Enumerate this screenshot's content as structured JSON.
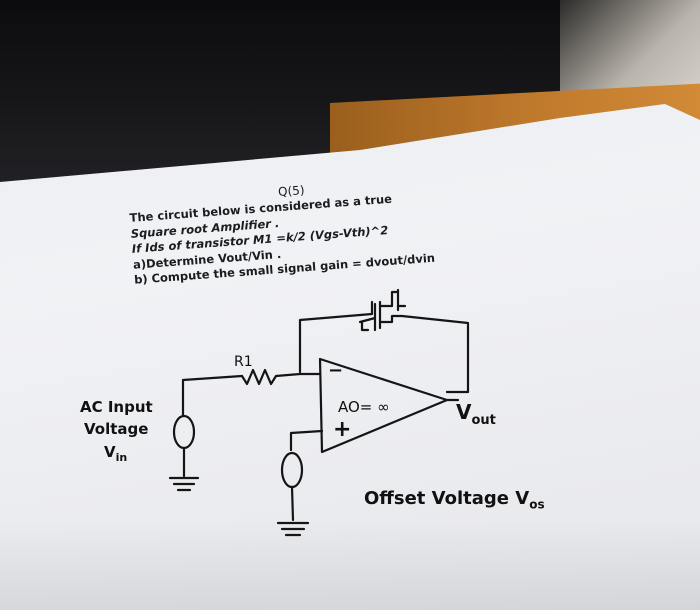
{
  "question": {
    "number": "Q(5)",
    "lines": [
      "The circuit below is considered as a true",
      "Square root Amplifier .",
      "If Ids of transistor M1 =k/2 (Vgs-Vth)^2",
      "a)Determine Vout/Vin .",
      "b) Compute the small signal gain = dvout/dvin"
    ]
  },
  "circuit": {
    "resistor_label": "R1",
    "input_label_line1": "AC Input",
    "input_label_line2": "Voltage",
    "vin_main": "V",
    "vin_sub": "in",
    "opamp_gain": "AO= ∞",
    "opamp_minus": "−",
    "opamp_plus": "+",
    "vout_main": "V",
    "vout_sub": "out",
    "offset_label": "Offset Voltage V",
    "offset_sub": "os"
  }
}
